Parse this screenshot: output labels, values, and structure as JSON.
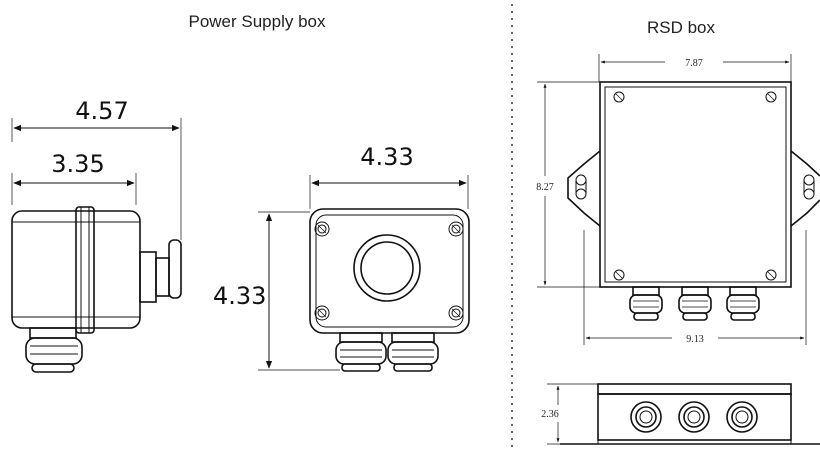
{
  "titles": {
    "left": "Power Supply box",
    "right": "RSD box"
  },
  "power_supply": {
    "side_view": {
      "overall_length": "4.57",
      "body_length": "3.35"
    },
    "front_view": {
      "width": "4.33",
      "height": "4.33"
    }
  },
  "rsd": {
    "top_view": {
      "inner_width": "7.87",
      "height": "8.27",
      "overall_width": "9.13"
    },
    "front_view": {
      "height": "2.36"
    }
  }
}
